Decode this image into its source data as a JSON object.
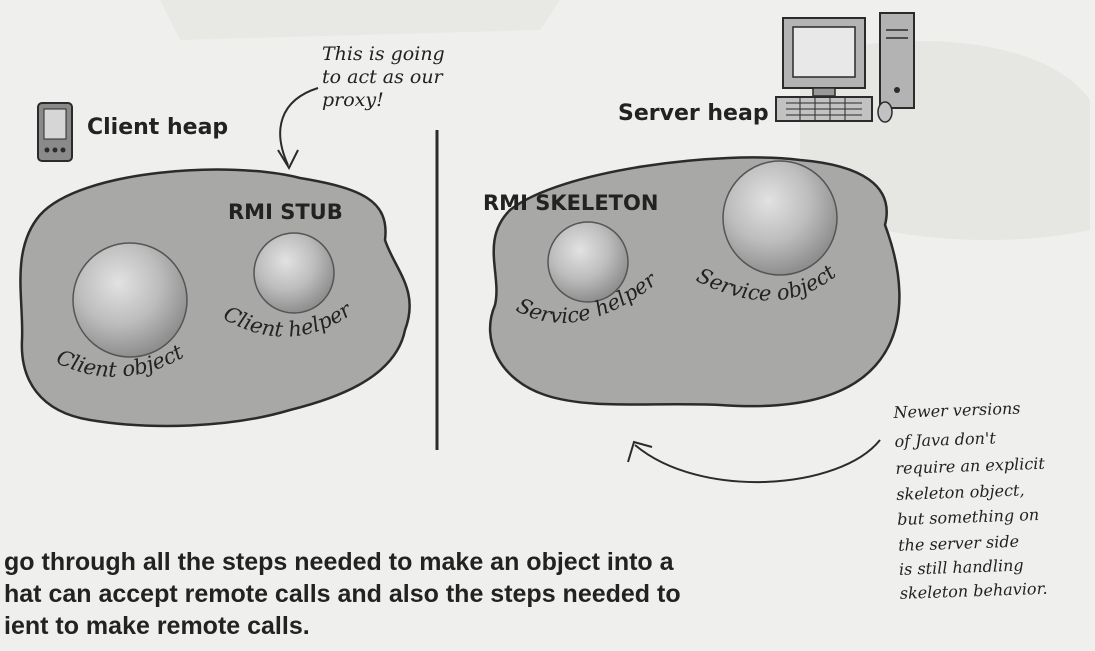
{
  "client": {
    "heap_label": "Client heap",
    "stub_label": "RMI STUB",
    "object_label": "Client object",
    "helper_label": "Client helper"
  },
  "server": {
    "heap_label": "Server heap",
    "skeleton_label": "RMI SKELETON",
    "helper_label": "Service helper",
    "object_label": "Service object"
  },
  "proxy_note": [
    "This is going",
    "to act as our",
    "proxy!"
  ],
  "skeleton_note": [
    "Newer versions",
    "of Java don't",
    "require an explicit",
    "skeleton object,",
    "but something on",
    "the server side",
    "is still handling",
    "skeleton behavior."
  ],
  "body_text": [
    "go through all the steps needed to make an object into a",
    "hat can accept remote calls and also the steps needed to",
    "ient to make remote calls."
  ]
}
